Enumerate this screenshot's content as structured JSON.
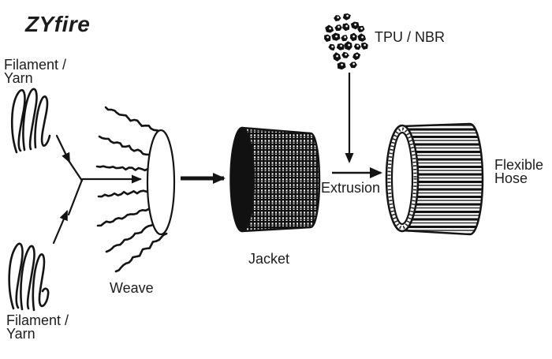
{
  "logo": {
    "text": "ZYfire",
    "color": "#d82228"
  },
  "labels": {
    "filament_yarn_top": {
      "line1": "Filament /",
      "line2": "Yarn"
    },
    "filament_yarn_bottom": {
      "line1": "Filament /",
      "line2": "Yarn"
    },
    "weave": "Weave",
    "jacket": "Jacket",
    "tpu_nbr": "TPU / NBR",
    "extrusion": "Extrusion",
    "flexible_hose": {
      "line1": "Flexible",
      "line2": "Hose"
    }
  },
  "diagram": {
    "type": "process_flow",
    "ink_color": "#141414",
    "steps": [
      "Filament / Yarn",
      "Weave",
      "Jacket",
      "Extrusion (TPU / NBR)",
      "Flexible Hose"
    ]
  }
}
